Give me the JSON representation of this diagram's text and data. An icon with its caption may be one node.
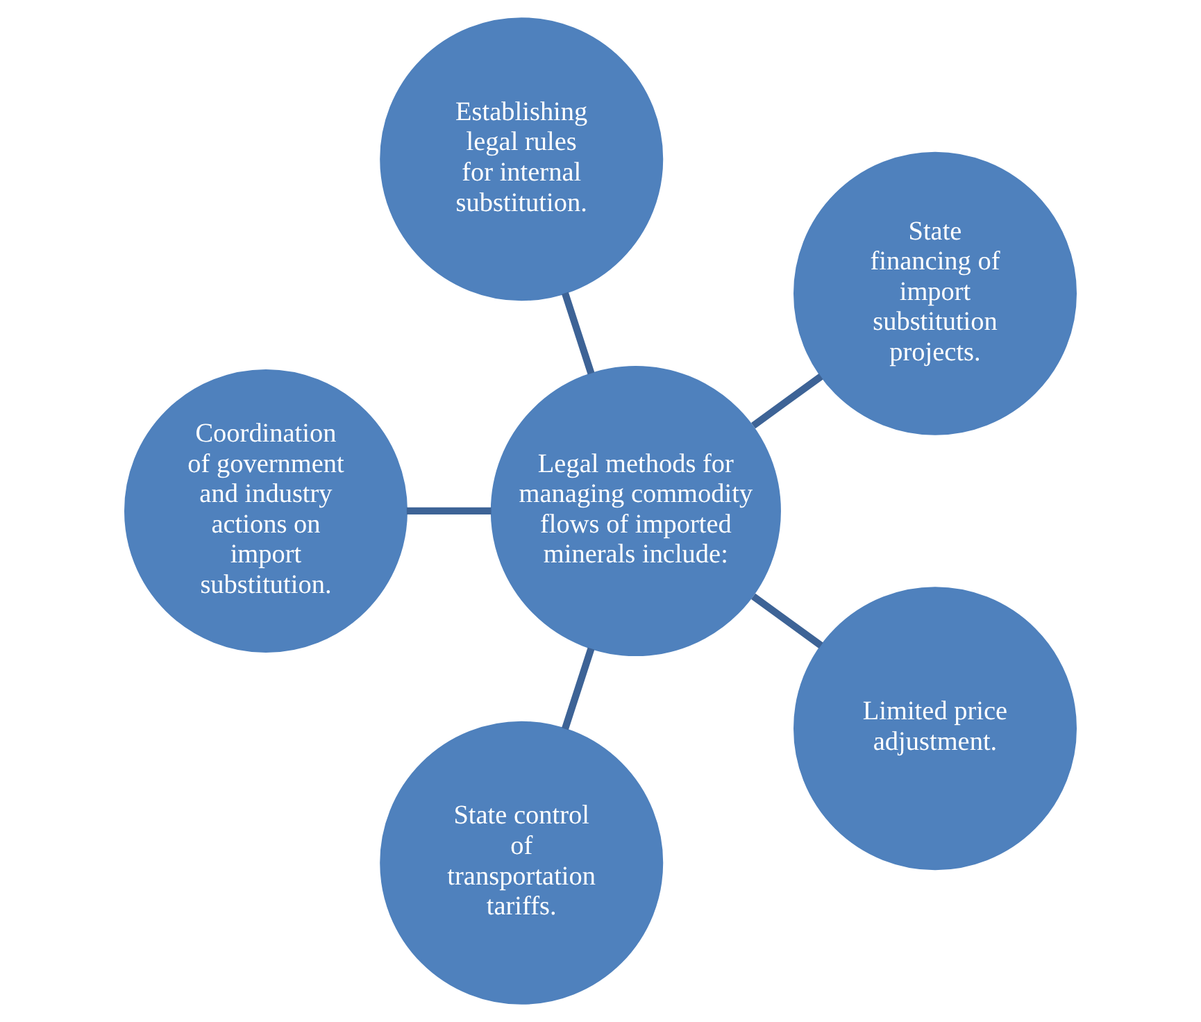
{
  "diagram": {
    "nodes": [
      {
        "text": [
          "State financing of import substitution projects."
        ]
      },
      {
        "text": [
          "Establishing legal rules for internal substitution."
        ]
      },
      {
        "text": [
          "Legal methods for managing commodity flows of imported minerals include:"
        ]
      },
      {
        "text": [
          "Coordination of government and industry actions on import substitution."
        ]
      },
      {
        "text": [
          "State control of transportation tariffs."
        ]
      },
      {
        "text": [
          "Limited price adjustment."
        ]
      }
    ],
    "edges": [
      {
        "from": 2,
        "to": 0,
        "arrow": "none"
      },
      {
        "from": 2,
        "to": 1,
        "arrow": "none"
      },
      {
        "from": 2,
        "to": 3,
        "arrow": "none"
      },
      {
        "from": 2,
        "to": 4,
        "arrow": "none"
      },
      {
        "from": 2,
        "to": 5,
        "arrow": "none"
      }
    ]
  }
}
